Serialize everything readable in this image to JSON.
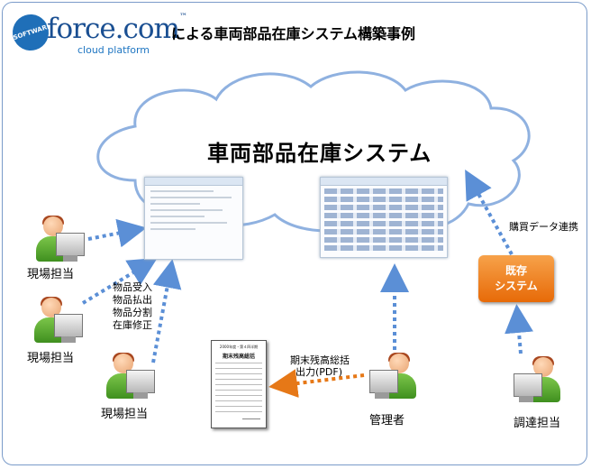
{
  "header": {
    "logo_badge": "SOFTWARE",
    "logo_word": "force.com",
    "logo_sub": "cloud platform",
    "title": "による車両部品在庫システム構築事例"
  },
  "cloud": {
    "title": "車両部品在庫システム"
  },
  "actions": [
    "物品受入",
    "物品払出",
    "物品分割",
    "在庫修正"
  ],
  "roles": {
    "field1": "現場担当",
    "field2": "現場担当",
    "field3": "現場担当",
    "manager": "管理者",
    "procurement": "調達担当"
  },
  "legacy": {
    "line1": "既存",
    "line2": "システム"
  },
  "link_label": "購買データ連携",
  "report": {
    "label_line1": "期末残高総括",
    "label_line2": "出力(PDF)",
    "doc_header": "2000年度・第４四半期",
    "doc_title": "期末残高総括"
  },
  "colors": {
    "arrow_blue": "#5b8fd6",
    "arrow_orange": "#e67817",
    "cloud_stroke": "#8fb1e0",
    "legacy_box": "#ef8420"
  }
}
